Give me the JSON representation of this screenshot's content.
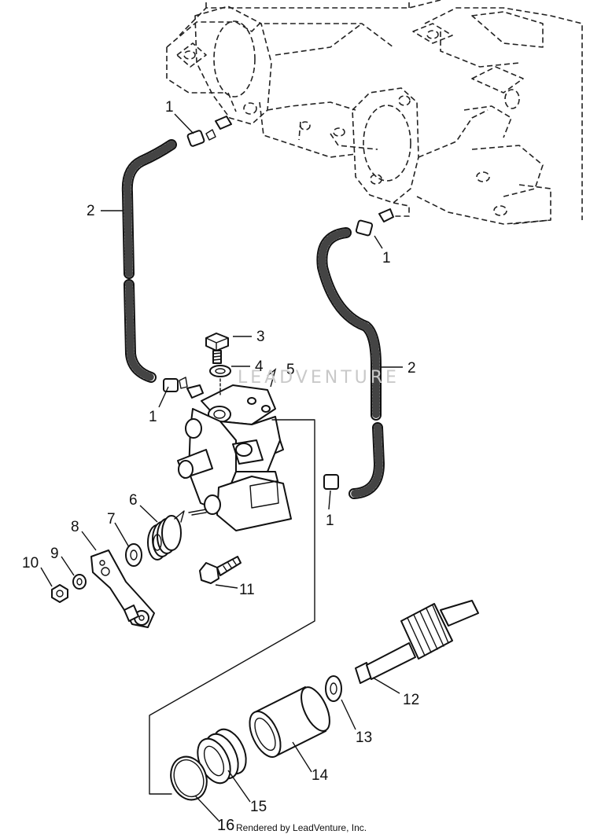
{
  "diagram": {
    "watermark_text": "LEADVENTURE",
    "credit": "Rendered by LeadVenture, Inc.",
    "callouts": [
      {
        "id": "c1a",
        "text": "1"
      },
      {
        "id": "c1b",
        "text": "1"
      },
      {
        "id": "c1c",
        "text": "1"
      },
      {
        "id": "c1d",
        "text": "1"
      },
      {
        "id": "c2a",
        "text": "2"
      },
      {
        "id": "c2b",
        "text": "2"
      },
      {
        "id": "c3",
        "text": "3"
      },
      {
        "id": "c4",
        "text": "4"
      },
      {
        "id": "c5",
        "text": "5"
      },
      {
        "id": "c6",
        "text": "6"
      },
      {
        "id": "c7",
        "text": "7"
      },
      {
        "id": "c8",
        "text": "8"
      },
      {
        "id": "c9",
        "text": "9"
      },
      {
        "id": "c10",
        "text": "10"
      },
      {
        "id": "c11",
        "text": "11"
      },
      {
        "id": "c12",
        "text": "12"
      },
      {
        "id": "c13",
        "text": "13"
      },
      {
        "id": "c14",
        "text": "14"
      },
      {
        "id": "c15",
        "text": "15"
      },
      {
        "id": "c16",
        "text": "16"
      }
    ]
  }
}
